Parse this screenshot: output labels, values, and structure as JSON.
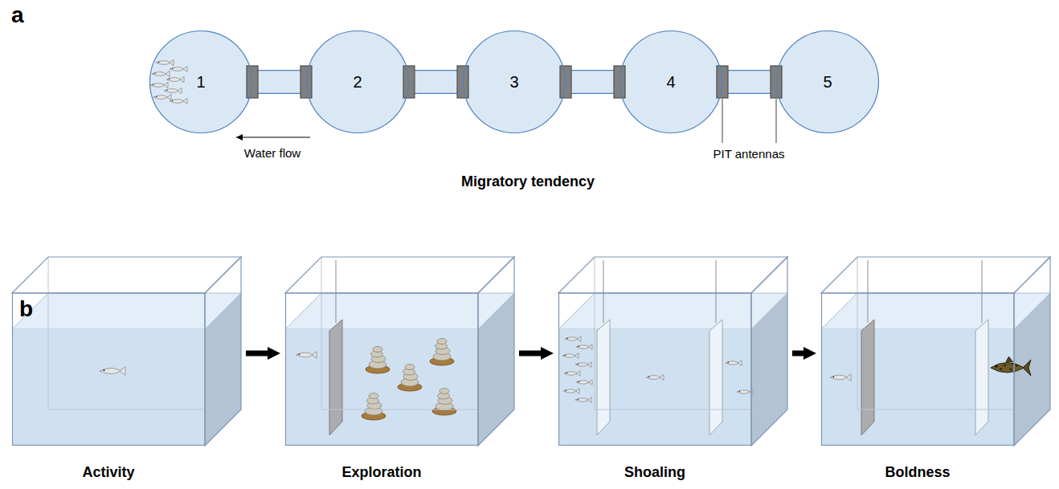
{
  "diagram": {
    "nodes": [
      {
        "text": [
          "1"
        ]
      },
      {
        "text": [
          "2"
        ]
      },
      {
        "text": [
          "3"
        ]
      },
      {
        "text": [
          "4"
        ]
      },
      {
        "text": [
          "5"
        ]
      },
      {
        "text": [
          "Activity"
        ]
      },
      {
        "text": [
          "Exploration"
        ]
      },
      {
        "text": [
          "Shoaling"
        ]
      },
      {
        "text": [
          "Boldness"
        ]
      }
    ],
    "edges": [
      {
        "from": 0,
        "to": 1,
        "arrow": "none"
      },
      {
        "from": 1,
        "to": 2,
        "arrow": "none"
      },
      {
        "from": 2,
        "to": 3,
        "arrow": "none"
      },
      {
        "from": 3,
        "to": 4,
        "arrow": "none"
      },
      {
        "from": 5,
        "to": 6,
        "arrow": "to"
      },
      {
        "from": 6,
        "to": 7,
        "arrow": "to"
      },
      {
        "from": 7,
        "to": 8,
        "arrow": "to"
      }
    ],
    "labels": [
      "a",
      "Water flow",
      "PIT antennas",
      "Migratory tendency",
      "b"
    ]
  }
}
